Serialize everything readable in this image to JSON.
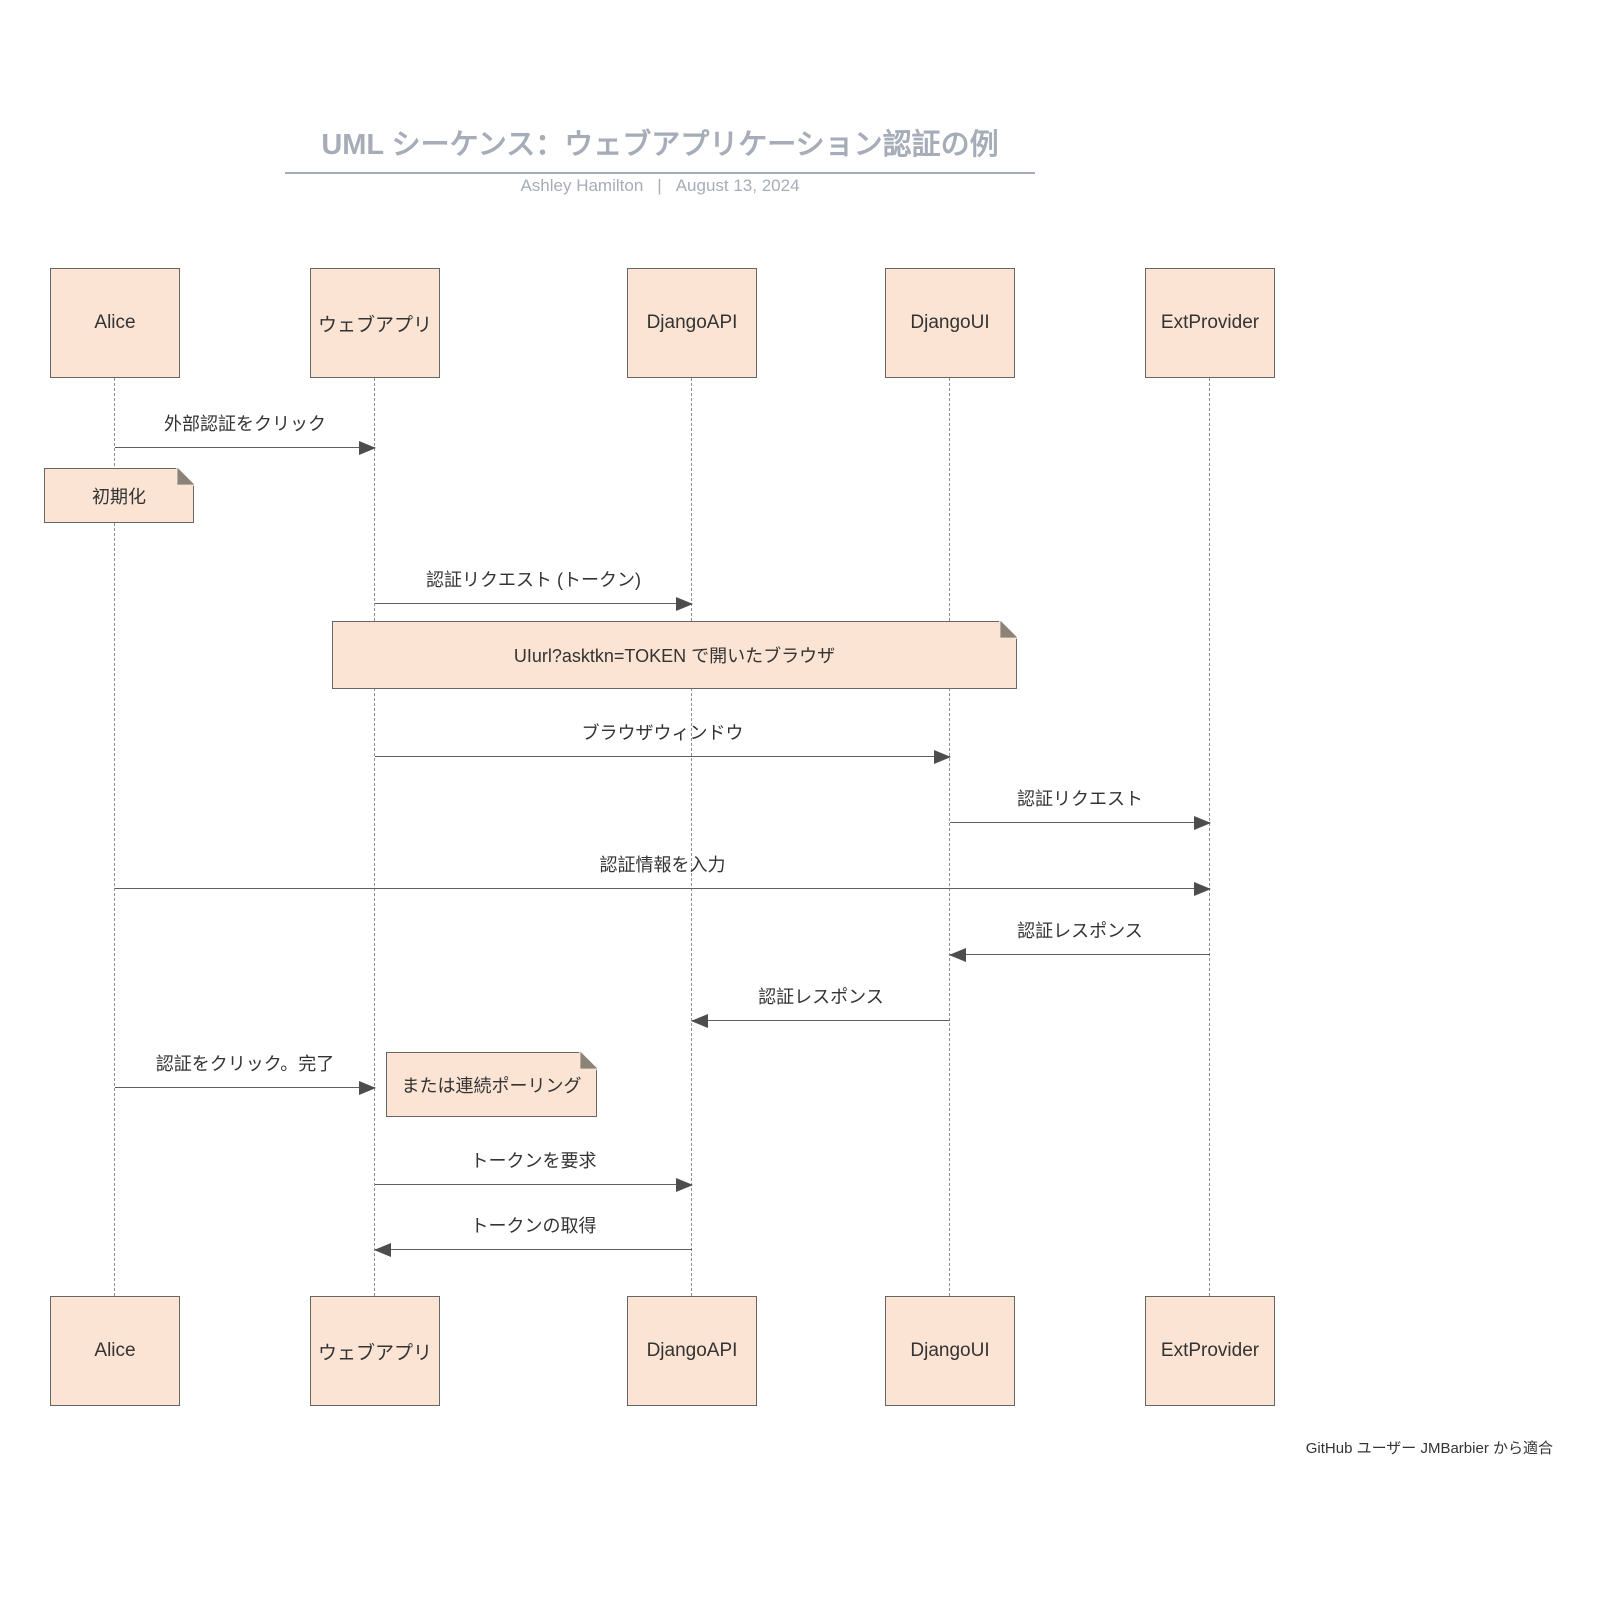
{
  "header": {
    "title": "UML シーケンス：ウェブアプリケーション認証の例",
    "author": "Ashley Hamilton",
    "separator": "|",
    "date": "August 13, 2024"
  },
  "actors": [
    {
      "name": "Alice"
    },
    {
      "name": "ウェブアプリ"
    },
    {
      "name": "DjangoAPI"
    },
    {
      "name": "DjangoUI"
    },
    {
      "name": "ExtProvider"
    }
  ],
  "messages": [
    {
      "from": "Alice",
      "to": "ウェブアプリ",
      "label": "外部認証をクリック",
      "direction": "right"
    },
    {
      "from": "ウェブアプリ",
      "to": "DjangoAPI",
      "label": "認証リクエスト (トークン)",
      "direction": "right"
    },
    {
      "from": "ウェブアプリ",
      "to": "DjangoUI",
      "label": "ブラウザウィンドウ",
      "direction": "right"
    },
    {
      "from": "DjangoUI",
      "to": "ExtProvider",
      "label": "認証リクエスト",
      "direction": "right"
    },
    {
      "from": "Alice",
      "to": "ExtProvider",
      "label": "認証情報を入力",
      "direction": "right"
    },
    {
      "from": "ExtProvider",
      "to": "DjangoUI",
      "label": "認証レスポンス",
      "direction": "left"
    },
    {
      "from": "DjangoUI",
      "to": "DjangoAPI",
      "label": "認証レスポンス",
      "direction": "left"
    },
    {
      "from": "Alice",
      "to": "ウェブアプリ",
      "label": "認証をクリック。完了",
      "direction": "right"
    },
    {
      "from": "ウェブアプリ",
      "to": "DjangoAPI",
      "label": "トークンを要求",
      "direction": "right"
    },
    {
      "from": "DjangoAPI",
      "to": "ウェブアプリ",
      "label": "トークンの取得",
      "direction": "left"
    }
  ],
  "notes": [
    {
      "over": "Alice",
      "label": "初期化"
    },
    {
      "over": "ウェブアプリ〜DjangoUI",
      "label": "UIurl?asktkn=TOKEN で開いたブラウザ"
    },
    {
      "over": "ウェブアプリ",
      "label": "または連続ポーリング"
    }
  ],
  "footer": {
    "credit": "GitHub ユーザー JMBarbier から適合"
  },
  "colors": {
    "node_fill": "#fce4d4",
    "node_border": "#666666",
    "text": "#333333",
    "arrow_line": "#606060",
    "arrow_head": "#4d4d4d",
    "lifeline": "#8f8f8f",
    "title": "#a6adb8",
    "note_fold": "#8b8378"
  }
}
